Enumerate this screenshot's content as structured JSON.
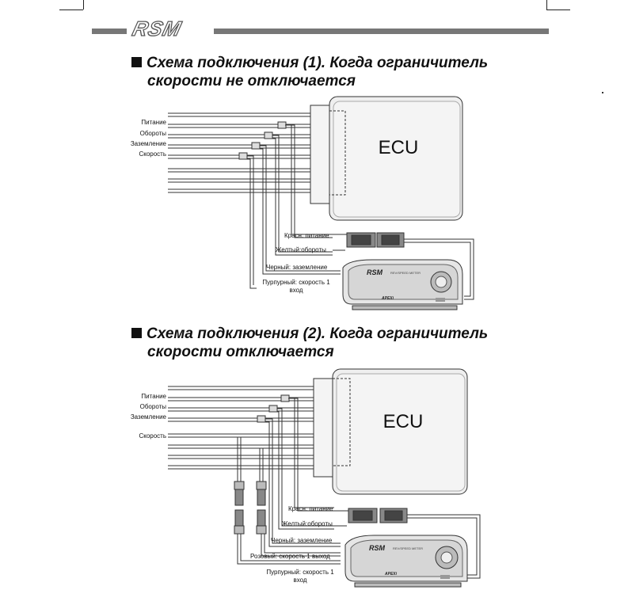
{
  "brand": {
    "logo_text": "RSM"
  },
  "diagram1": {
    "title_line1": "Схема подключения (1). Когда ограничитель",
    "title_line2": "скорости не отключается",
    "ecu_label": "ECU",
    "left_labels": [
      "Питание",
      "Обороты",
      "Заземление",
      "Скорость"
    ],
    "wire_labels": [
      "Красн: питание",
      "Желтый:обороты",
      "Черный: заземление",
      "Пурпурный: скорость 1 вход"
    ]
  },
  "diagram2": {
    "title_line1": "Схема подключения (2). Когда ограничитель",
    "title_line2": "скорости отключается",
    "ecu_label": "ECU",
    "left_labels": [
      "Питание",
      "Обороты",
      "Заземление",
      "Скорость"
    ],
    "wire_labels": [
      "Красн: питание",
      "Желтый:обороты",
      "Черный: заземление",
      "Розовый: скорость 1 выход",
      "Пурпурный: скорость 1 вход"
    ]
  },
  "device": {
    "logo_text": "RSM",
    "model_text": "REV/SPEED METER",
    "brand_text": "APEXi"
  },
  "icons": [
    "ecu-box",
    "wire-connector",
    "rsm-device",
    "control-knob"
  ]
}
